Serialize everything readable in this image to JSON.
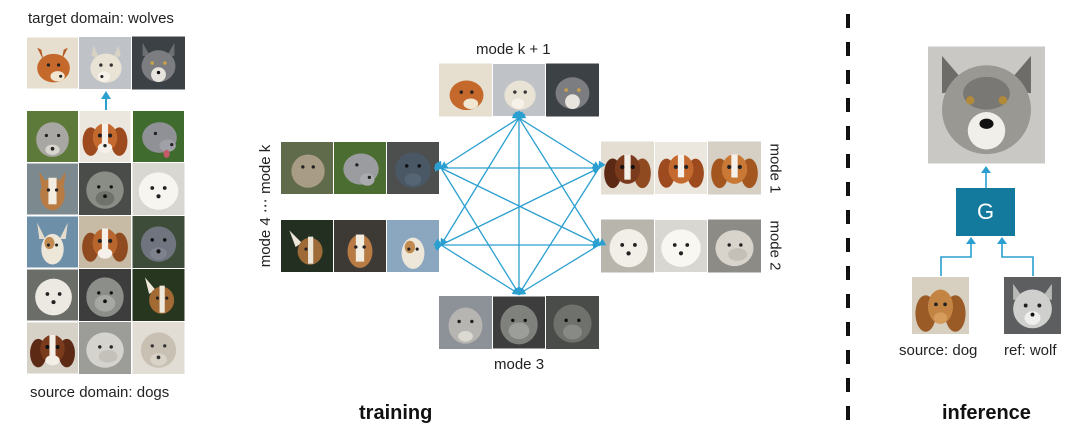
{
  "colors": {
    "line": "#2a9fd0",
    "g_box": "#137a9e",
    "divider": "#111111"
  },
  "labels": {
    "target_domain": "target domain: wolves",
    "source_domain": "source domain: dogs",
    "mode_k1": "mode k + 1",
    "mode_k": "mode 4 ⋯ mode k",
    "mode_1": "mode 1",
    "mode_2": "mode 2",
    "mode_3": "mode 3",
    "training": "training",
    "inference": "inference",
    "generator": "G",
    "source_dog": "source: dog",
    "ref_wolf": "ref: wolf"
  }
}
